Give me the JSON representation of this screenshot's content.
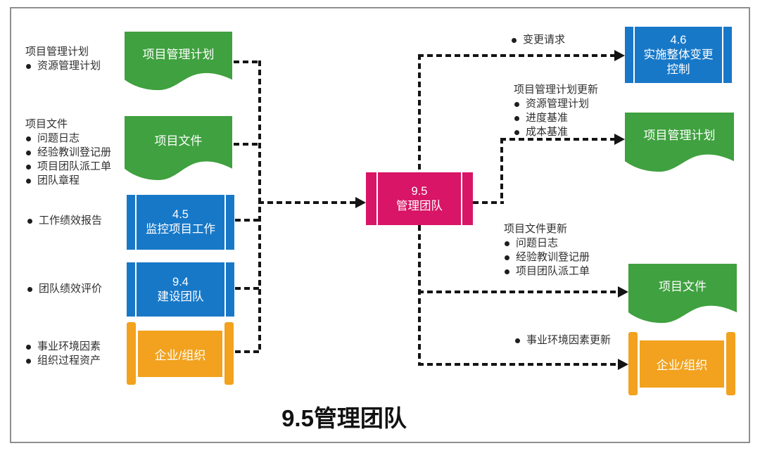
{
  "title": "9.5管理团队",
  "colors": {
    "green": "#3FA13F",
    "blue": "#1878C8",
    "pink": "#D81566",
    "orange": "#F2A21E",
    "line": "#141414",
    "frame": "#8f8f8f"
  },
  "center": {
    "number": "9.5",
    "name": "管理团队"
  },
  "left_labels": {
    "pm_plan": {
      "title": "项目管理计划",
      "items": [
        "资源管理计划"
      ]
    },
    "proj_docs": {
      "title": "项目文件",
      "items": [
        "问题日志",
        "经验教训登记册",
        "项目团队派工单",
        "团队章程"
      ]
    },
    "work_perf": {
      "items": [
        "工作绩效报告"
      ]
    },
    "team_perf": {
      "items": [
        "团队绩效评价"
      ]
    },
    "eef_opa": {
      "items": [
        "事业环境因素",
        "组织过程资产"
      ]
    }
  },
  "right_labels": {
    "change_req": {
      "items": [
        "变更请求"
      ]
    },
    "pm_plan_updates": {
      "title": "项目管理计划更新",
      "items": [
        "资源管理计划",
        "进度基准",
        "成本基准"
      ]
    },
    "doc_updates": {
      "title": "项目文件更新",
      "items": [
        "问题日志",
        "经验教训登记册",
        "项目团队派工单"
      ]
    },
    "eef_updates": {
      "items": [
        "事业环境因素更新"
      ]
    }
  },
  "shapes": {
    "left_pm_plan_doc": {
      "text": "项目管理计划"
    },
    "left_proj_docs_doc": {
      "text": "项目文件"
    },
    "monitor_work": {
      "number": "4.5",
      "name": "监控项目工作"
    },
    "develop_team": {
      "number": "9.4",
      "name": "建设团队"
    },
    "left_enterprise": {
      "text": "企业/组织"
    },
    "perform_icc": {
      "number": "4.6",
      "name": "实施整体变更控制"
    },
    "right_pm_plan_doc": {
      "text": "项目管理计划"
    },
    "right_proj_docs_doc": {
      "text": "项目文件"
    },
    "right_enterprise": {
      "text": "企业/组织"
    }
  }
}
